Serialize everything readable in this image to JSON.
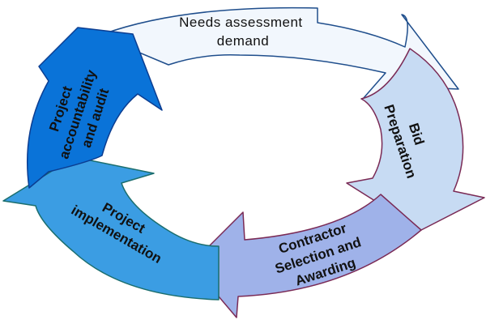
{
  "diagram": {
    "segments": [
      {
        "id": "needs",
        "lines": [
          "Needs assessment",
          "demand"
        ],
        "fill": "#f2f7fd",
        "stroke": "#1f4e8c"
      },
      {
        "id": "bid",
        "lines": [
          "Bid",
          "Preparation"
        ],
        "fill": "#c7dbf3",
        "stroke": "#7a2a55"
      },
      {
        "id": "contractor",
        "lines": [
          "Contractor",
          "Selection and",
          "Awarding"
        ],
        "fill": "#9fb2e9",
        "stroke": "#7a2a55"
      },
      {
        "id": "implementation",
        "lines": [
          "Project",
          "implementation"
        ],
        "fill": "#3b9de3",
        "stroke": "#1b6e6e"
      },
      {
        "id": "audit",
        "lines": [
          "Project",
          "accountability",
          "and audit"
        ],
        "fill": "#0a73d8",
        "stroke": "#0b3d91"
      }
    ]
  }
}
